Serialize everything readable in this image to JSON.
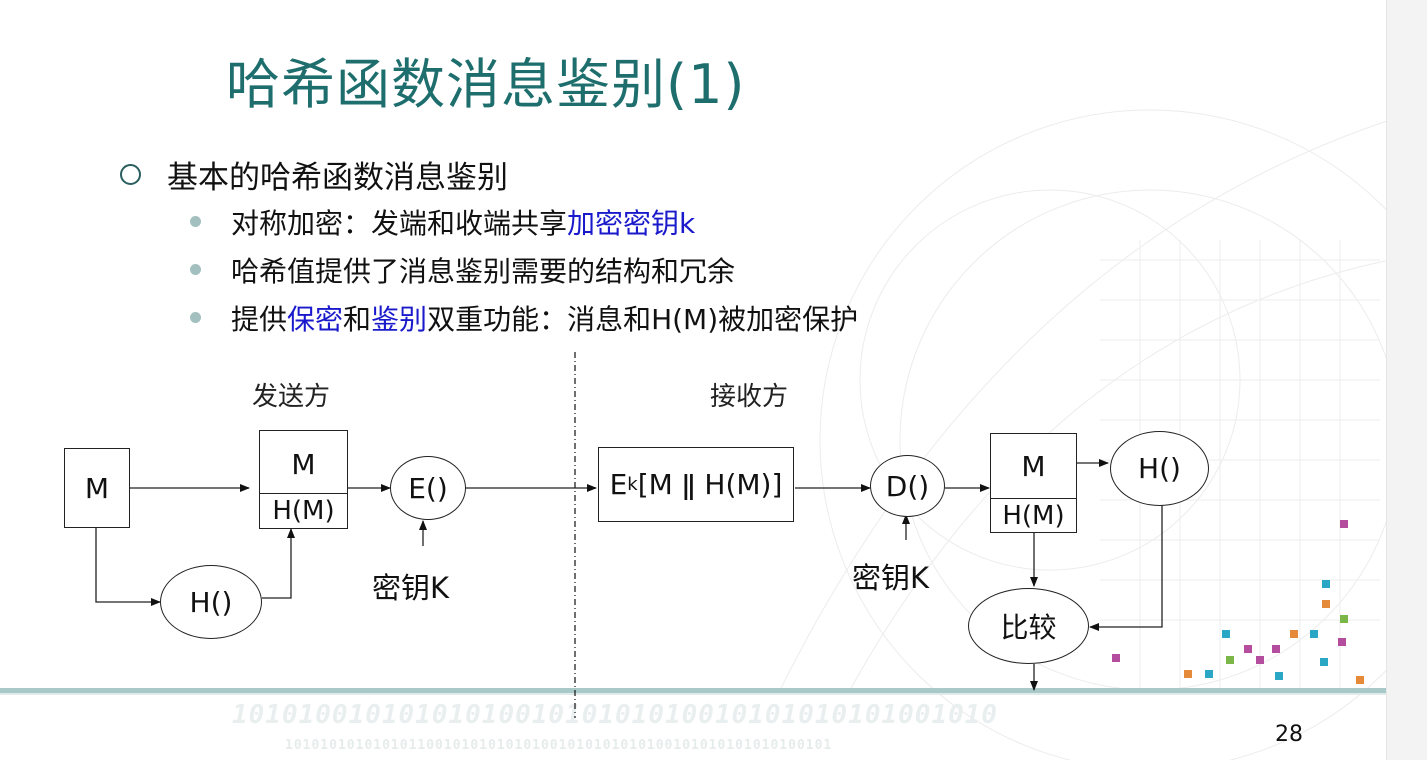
{
  "slide": {
    "title": "哈希函数消息鉴别(1)",
    "main_bullet": "基本的哈希函数消息鉴别",
    "sub_bullets": [
      {
        "parts": [
          {
            "text": "对称加密：发端和收端共享",
            "highlight": false
          },
          {
            "text": "加密密钥k",
            "highlight": true
          }
        ]
      },
      {
        "parts": [
          {
            "text": "哈希值提供了消息鉴别需要的结构和冗余",
            "highlight": false
          }
        ]
      },
      {
        "parts": [
          {
            "text": "提供",
            "highlight": false
          },
          {
            "text": "保密",
            "highlight": true
          },
          {
            "text": "和",
            "highlight": false
          },
          {
            "text": "鉴别",
            "highlight": true
          },
          {
            "text": "双重功能：消息和H(M)被加密保护",
            "highlight": false
          }
        ]
      }
    ],
    "page_number": "28"
  },
  "diagram": {
    "sender_label": "发送方",
    "receiver_label": "接收方",
    "sender": {
      "m_box": "M",
      "hash_func": "H()",
      "concat_top": "M",
      "concat_bottom": "H(M)",
      "encrypt": "E()",
      "key_label": "密钥K"
    },
    "channel": {
      "prefix": "E",
      "subscript": "k",
      "body": "[M ǁ H(M)]"
    },
    "receiver": {
      "decrypt": "D()",
      "key_label": "密钥K",
      "split_top": "M",
      "split_bottom": "H(M)",
      "hash_func": "H()",
      "compare": "比较"
    }
  },
  "decoration": {
    "binary_line_1": "1010100101010101001010101010010101010101001010",
    "binary_line_2": "10101010101010110010101010101001010101010100101010101010100101",
    "colors": {
      "title": "#1f6e6e",
      "highlight": "#1a1acc",
      "pixels": [
        "#b44d9e",
        "#2aa7c4",
        "#7ab648",
        "#e58a3a"
      ]
    }
  }
}
